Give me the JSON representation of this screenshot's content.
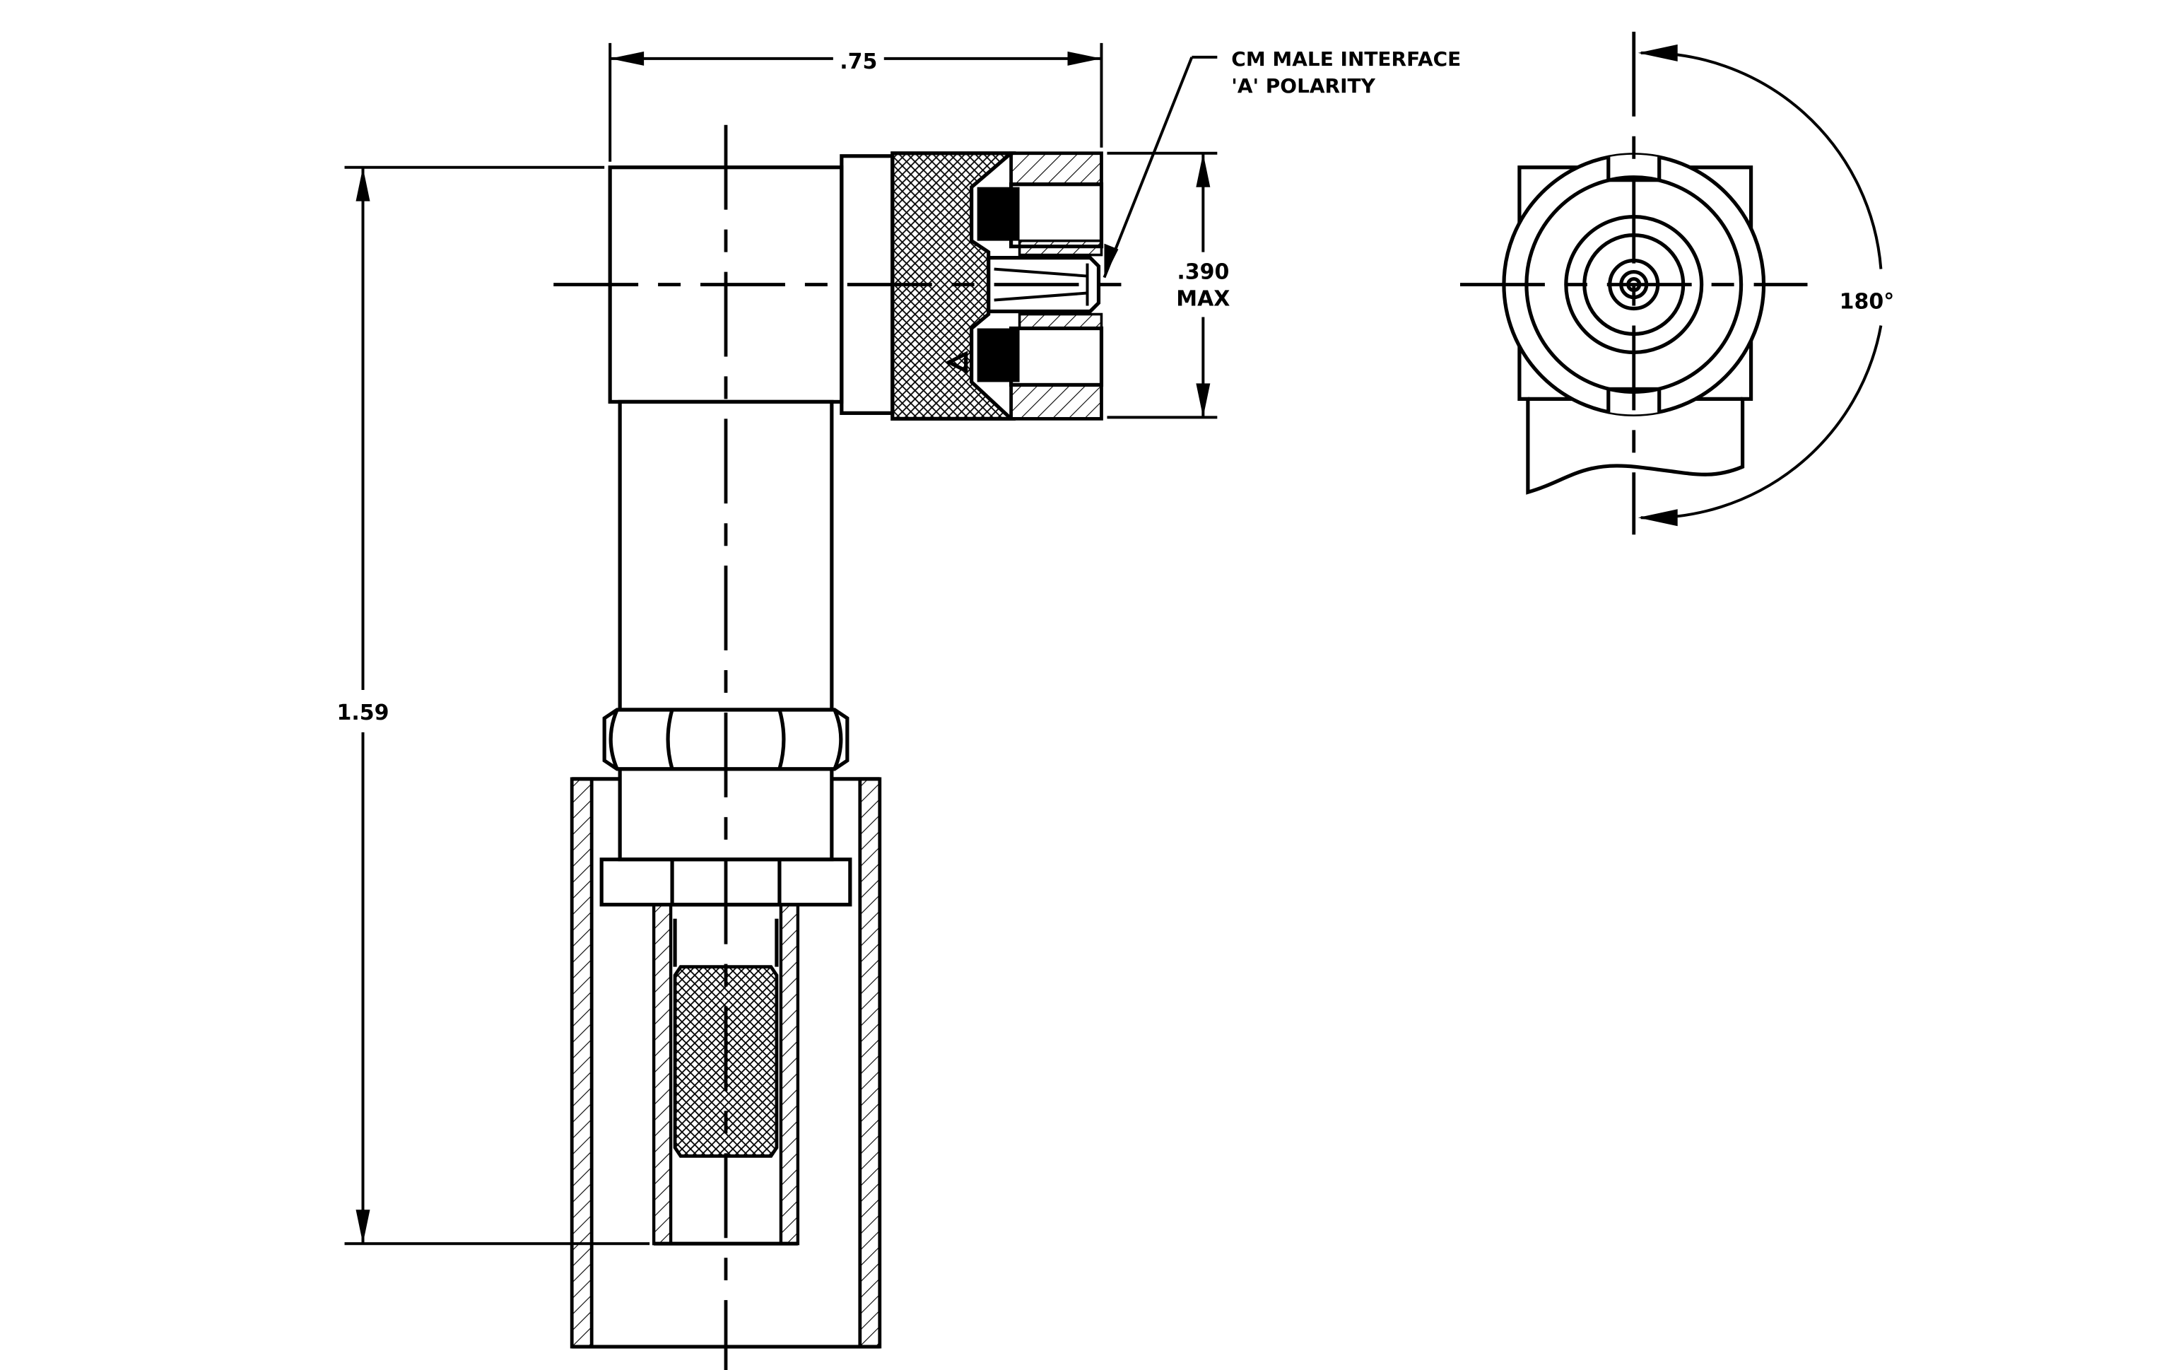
{
  "dimensions": {
    "width_label": ".75",
    "height_label": "1.59",
    "diameter_label_line1": ".390",
    "diameter_label_line2": "MAX",
    "rotation_label": "180°"
  },
  "callout": {
    "line1": "CM MALE INTERFACE",
    "line2": "'A' POLARITY"
  },
  "colors": {
    "ink": "#000000",
    "paper": "#ffffff"
  }
}
